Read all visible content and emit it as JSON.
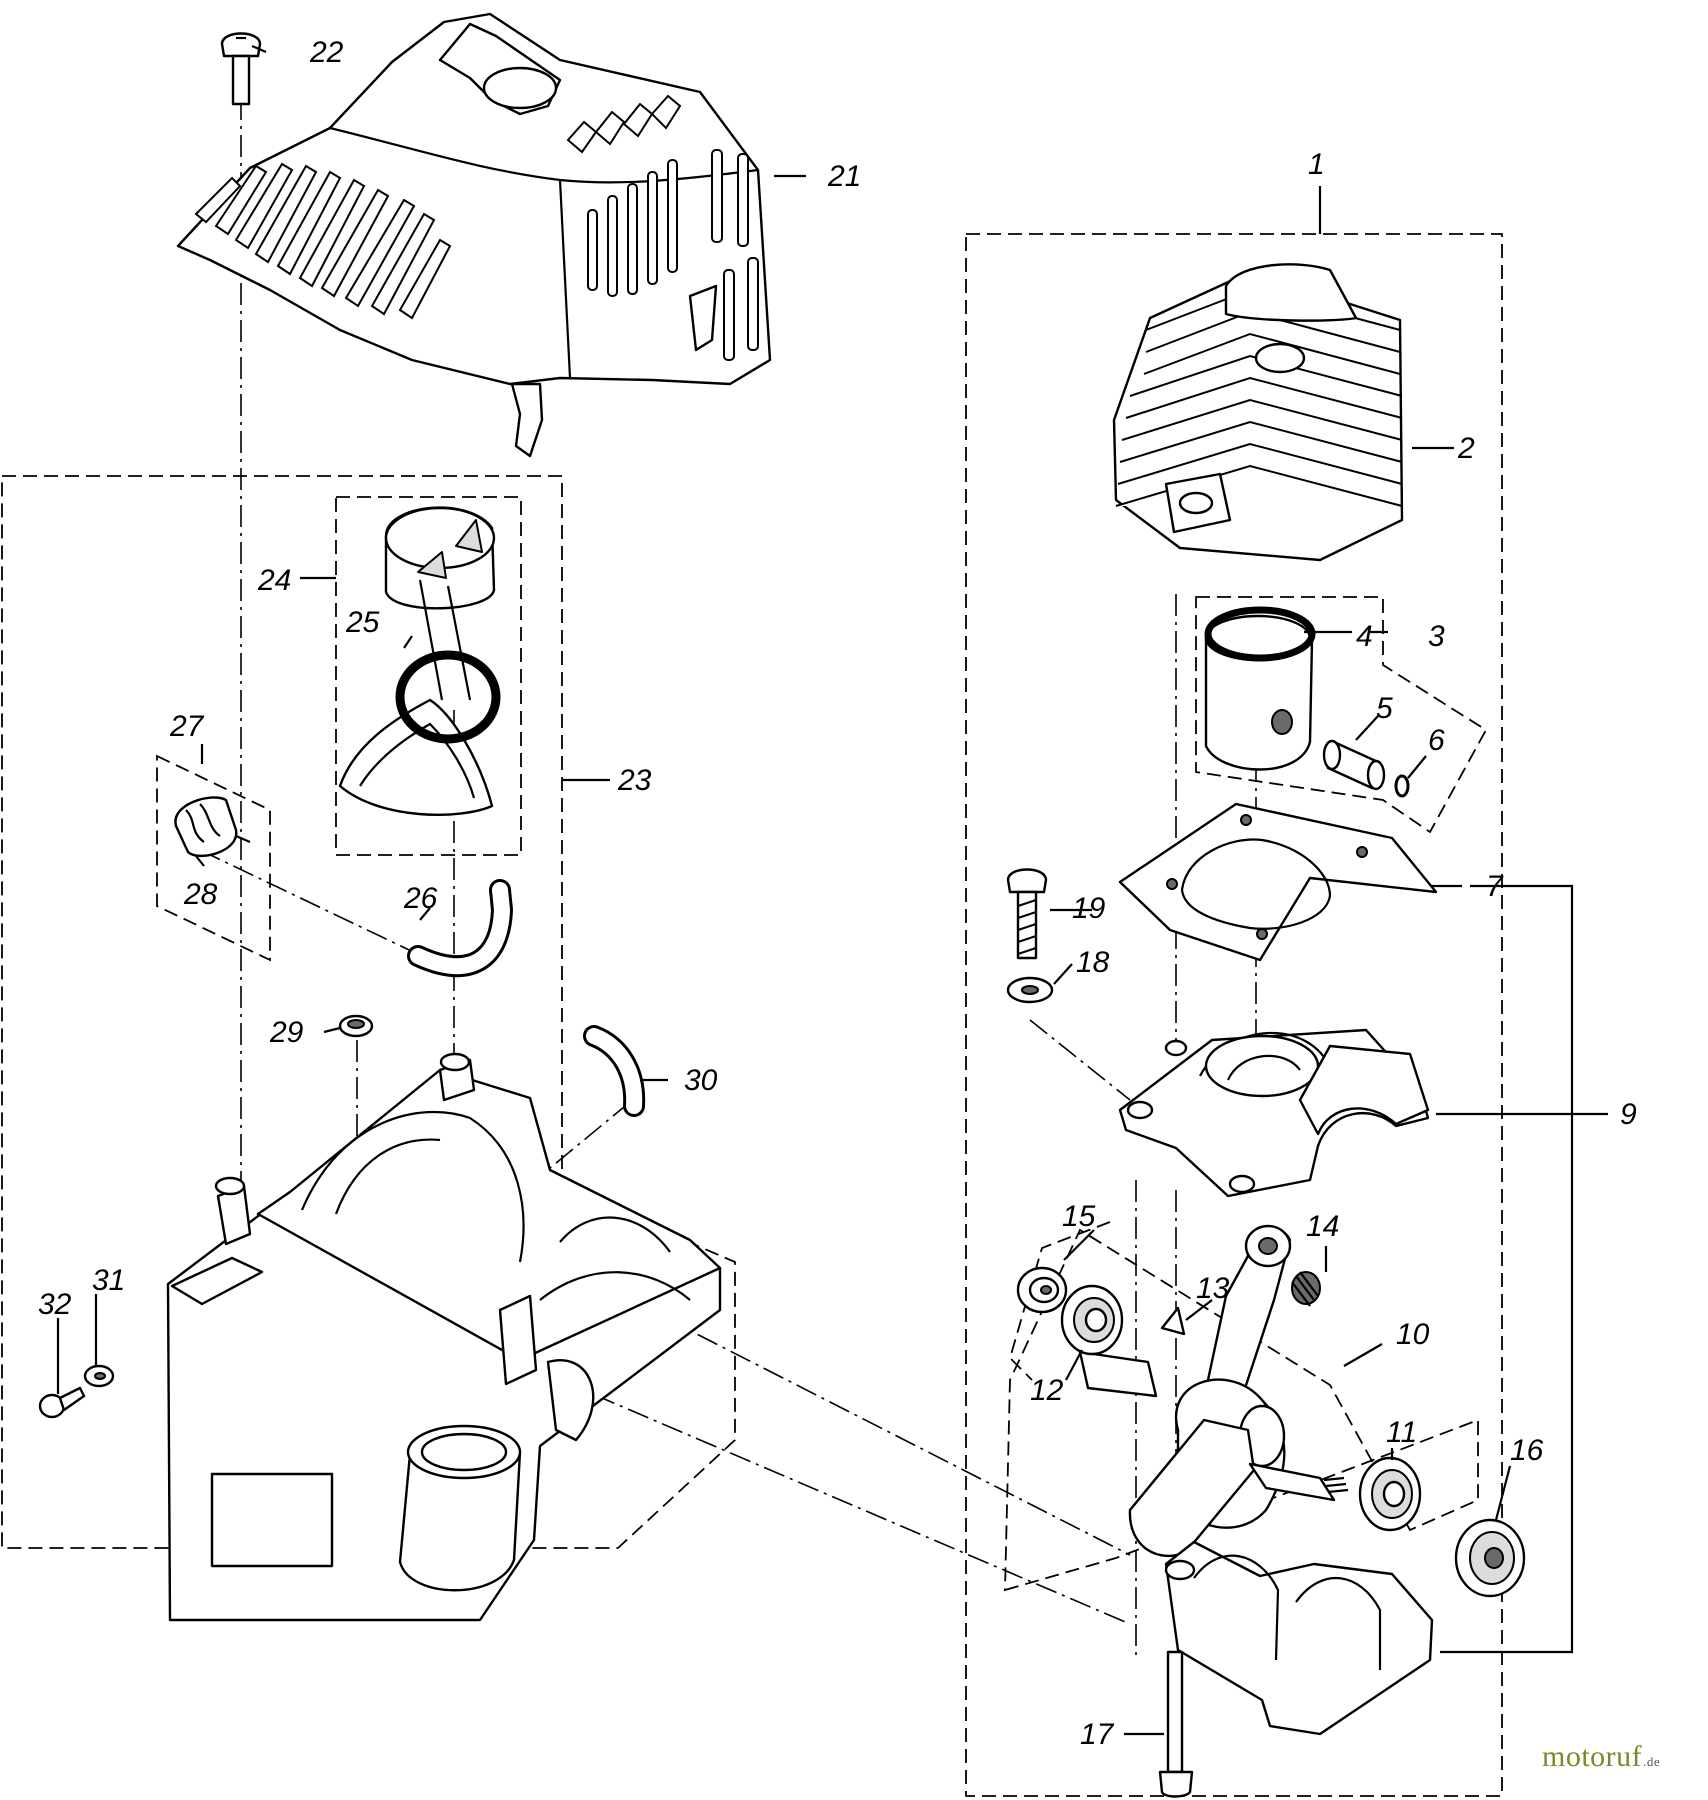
{
  "parts": {
    "p1": "1",
    "p2": "2",
    "p3": "3",
    "p4": "4",
    "p5": "5",
    "p6": "6",
    "p7": "7",
    "p9": "9",
    "p10": "10",
    "p11": "11",
    "p12": "12",
    "p13": "13",
    "p14": "14",
    "p15": "15",
    "p16": "16",
    "p17": "17",
    "p18": "18",
    "p19": "19",
    "p21": "21",
    "p22": "22",
    "p23": "23",
    "p24": "24",
    "p25": "25",
    "p26": "26",
    "p27": "27",
    "p28": "28",
    "p29": "29",
    "p30": "30",
    "p31": "31",
    "p32": "32"
  },
  "watermark": {
    "brand": "motoruf",
    "tld": ".de"
  }
}
